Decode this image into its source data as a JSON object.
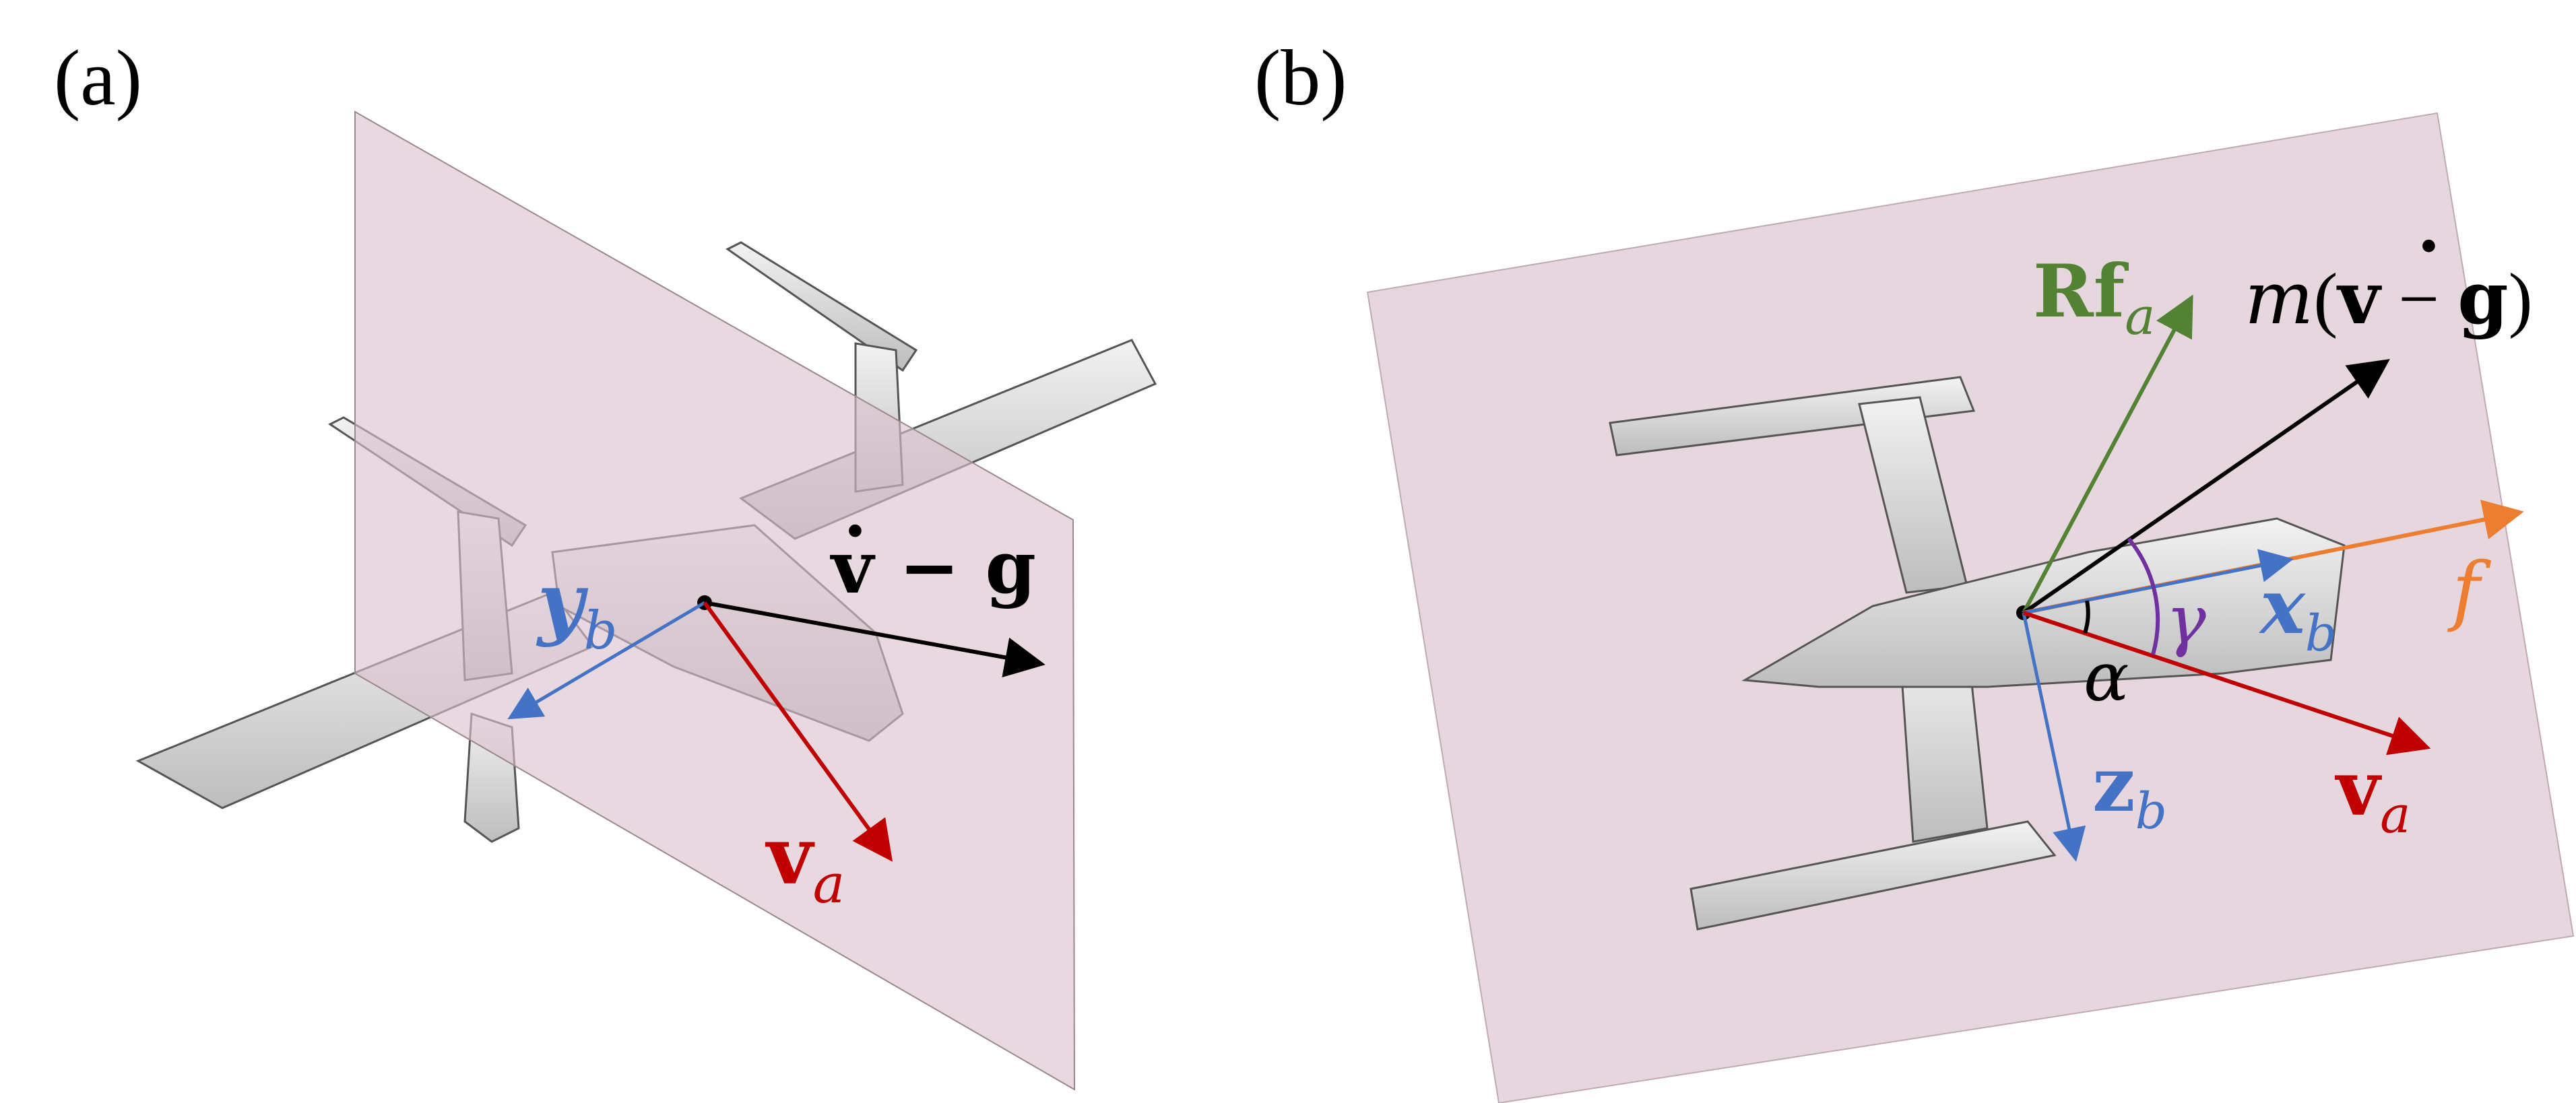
{
  "panels": {
    "a": {
      "label": "(a)",
      "vectors": {
        "y_b": {
          "base": "y",
          "sub": "b"
        },
        "accel": {
          "dot": "·",
          "v": "v",
          "rest": " − g"
        },
        "v_a": {
          "base": "v",
          "sub": "a"
        }
      }
    },
    "b": {
      "label": "(b)",
      "vectors": {
        "Rf_a": {
          "base": "Rf",
          "sub": "a"
        },
        "m_accel": {
          "m": "m",
          "open": "(",
          "dot": "·",
          "v": "v",
          "rest": " − ",
          "g": "g",
          "close": ")"
        },
        "f": {
          "base": "f"
        },
        "x_b": {
          "base": "x",
          "sub": "b"
        },
        "z_b": {
          "base": "z",
          "sub": "b"
        },
        "v_a": {
          "base": "v",
          "sub": "a"
        },
        "gamma": {
          "base": "γ"
        },
        "alpha": {
          "base": "α"
        }
      }
    }
  },
  "colors": {
    "plane_fill": "#d9c2cc",
    "y_axis": "#4472c4",
    "x_axis": "#4472c4",
    "z_axis": "#4472c4",
    "velocity": "#c00000",
    "accel": "#000000",
    "aero_force": "#548235",
    "thrust": "#ed7d31",
    "gamma_arc": "#7030a0"
  },
  "icons": [
    "tailsitter-drone-illustration",
    "symmetry-plane"
  ]
}
